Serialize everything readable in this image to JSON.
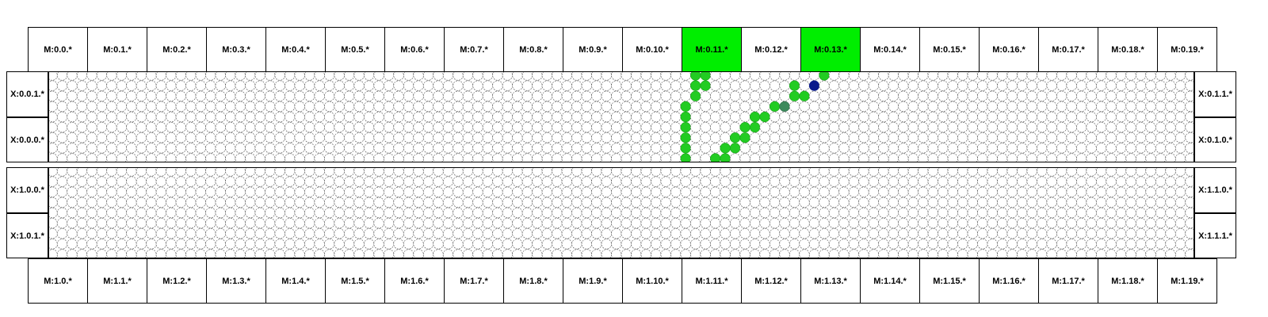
{
  "top_row_labels": [
    "M:0.0.*",
    "M:0.1.*",
    "M:0.2.*",
    "M:0.3.*",
    "M:0.4.*",
    "M:0.5.*",
    "M:0.6.*",
    "M:0.7.*",
    "M:0.8.*",
    "M:0.9.*",
    "M:0.10.*",
    "M:0.11.*",
    "M:0.12.*",
    "M:0.13.*",
    "M:0.14.*",
    "M:0.15.*",
    "M:0.16.*",
    "M:0.17.*",
    "M:0.18.*",
    "M:0.19.*"
  ],
  "top_row_active": [
    "M:0.11.*",
    "M:0.13.*"
  ],
  "bottom_row_labels": [
    "M:1.0.*",
    "M:1.1.*",
    "M:1.2.*",
    "M:1.3.*",
    "M:1.4.*",
    "M:1.5.*",
    "M:1.6.*",
    "M:1.7.*",
    "M:1.8.*",
    "M:1.9.*",
    "M:1.10.*",
    "M:1.11.*",
    "M:1.12.*",
    "M:1.13.*",
    "M:1.14.*",
    "M:1.15.*",
    "M:1.16.*",
    "M:1.17.*",
    "M:1.18.*",
    "M:1.19.*"
  ],
  "bottom_row_active": [],
  "upper_panel": {
    "left_labels": [
      "X:0.0.1.*",
      "X:0.0.0.*"
    ],
    "right_labels": [
      "X:0.1.1.*",
      "X:0.1.0.*"
    ]
  },
  "lower_panel": {
    "left_labels": [
      "X:1.0.0.*",
      "X:1.0.1.*"
    ],
    "right_labels": [
      "X:1.1.0.*",
      "X:1.1.1.*"
    ]
  },
  "node_grid": {
    "columns": 116,
    "rows_per_panel": 9
  },
  "colors": {
    "active_module": "#00ee00",
    "path_node": "#22cc22",
    "path_node_muted": "#3d8a5c",
    "current_node": "#0a1a8c",
    "idle_node": "#ffffff"
  },
  "path_nodes": [
    {
      "panel": "upper",
      "col": 65,
      "row": 0
    },
    {
      "panel": "upper",
      "col": 66,
      "row": 0
    },
    {
      "panel": "upper",
      "col": 65,
      "row": 1
    },
    {
      "panel": "upper",
      "col": 66,
      "row": 1
    },
    {
      "panel": "upper",
      "col": 65,
      "row": 2
    },
    {
      "panel": "upper",
      "col": 64,
      "row": 3
    },
    {
      "panel": "upper",
      "col": 64,
      "row": 4
    },
    {
      "panel": "upper",
      "col": 64,
      "row": 5
    },
    {
      "panel": "upper",
      "col": 64,
      "row": 6
    },
    {
      "panel": "upper",
      "col": 64,
      "row": 7
    },
    {
      "panel": "upper",
      "col": 64,
      "row": 8
    },
    {
      "panel": "upper",
      "col": 67,
      "row": 8
    },
    {
      "panel": "upper",
      "col": 68,
      "row": 8
    },
    {
      "panel": "upper",
      "col": 68,
      "row": 7
    },
    {
      "panel": "upper",
      "col": 69,
      "row": 7
    },
    {
      "panel": "upper",
      "col": 69,
      "row": 6
    },
    {
      "panel": "upper",
      "col": 70,
      "row": 6
    },
    {
      "panel": "upper",
      "col": 70,
      "row": 5
    },
    {
      "panel": "upper",
      "col": 71,
      "row": 5
    },
    {
      "panel": "upper",
      "col": 71,
      "row": 4
    },
    {
      "panel": "upper",
      "col": 72,
      "row": 4
    },
    {
      "panel": "upper",
      "col": 73,
      "row": 3
    },
    {
      "panel": "upper",
      "col": 75,
      "row": 2
    },
    {
      "panel": "upper",
      "col": 76,
      "row": 2
    },
    {
      "panel": "upper",
      "col": 75,
      "row": 1
    },
    {
      "panel": "upper",
      "col": 78,
      "row": 0
    }
  ],
  "muted_nodes": [
    {
      "panel": "upper",
      "col": 74,
      "row": 3
    }
  ],
  "current_nodes": [
    {
      "panel": "upper",
      "col": 77,
      "row": 1
    }
  ]
}
